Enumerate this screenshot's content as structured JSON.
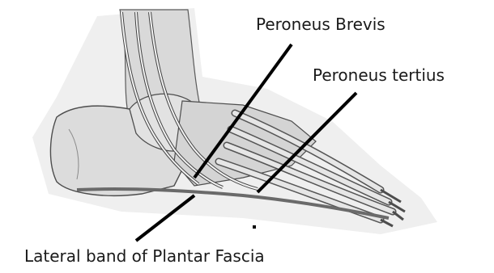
{
  "labels": {
    "peroneus_brevis": "Peroneus Brevis",
    "peroneus_tertius": "Peroneus tertius",
    "lateral_band": "Lateral band of Plantar Fascia"
  }
}
